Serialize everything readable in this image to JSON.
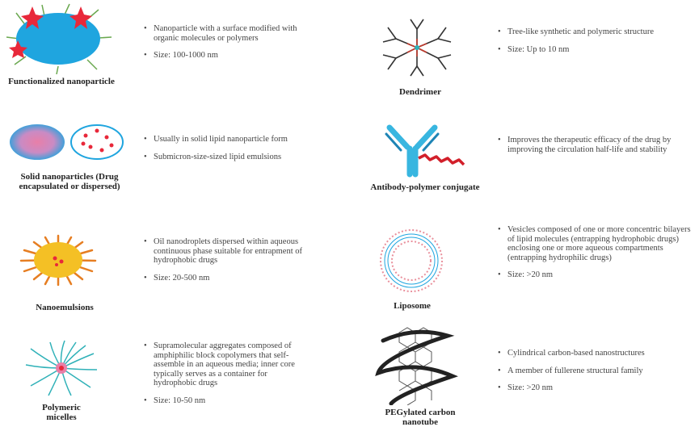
{
  "items": [
    {
      "name": "Functionalized nanoparticle",
      "bullets": [
        "Nanoparticle with a surface modified with organic molecules or polymers",
        "Size: 100-1000 nm"
      ]
    },
    {
      "name": "Dendrimer",
      "bullets": [
        "Tree-like synthetic and polymeric structure",
        "Size: Up to 10 nm"
      ]
    },
    {
      "name": "Solid nanoparticles (Drug encapsulated or dispersed)",
      "bullets": [
        "Usually in solid lipid nanoparticle form",
        "Submicron-size-sized lipid emulsions"
      ]
    },
    {
      "name": "Antibody-polymer conjugate",
      "bullets": [
        "Improves the therapeutic efficacy of the drug by improving the circulation half-life and stability"
      ]
    },
    {
      "name": "Nanoemulsions",
      "bullets": [
        "Oil nanodroplets dispersed within aqueous continuous phase suitable for entrapment of hydrophobic drugs",
        "Size: 20-500 nm"
      ]
    },
    {
      "name": "Liposome",
      "bullets": [
        "Vesicles composed of one or more concentric bilayers of lipid molecules (entrapping hydrophobic drugs) enclosing one or more aqueous compartments (entrapping hydrophilic drugs)",
        "Size: >20 nm"
      ]
    },
    {
      "name": "Polymeric micelles",
      "bullets": [
        "Supramolecular aggregates composed of amphiphilic block copolymers that self-assemble in an aqueous media; inner core typically serves as a container for hydrophobic drugs",
        "Size: 10-50 nm"
      ]
    },
    {
      "name": "PEGylated carbon nanotube",
      "bullets": [
        "Cylindrical carbon-based nanostructures",
        "A member of fullerene structural family",
        "Size: >20 nm"
      ]
    }
  ],
  "colors": {
    "particle_blue": "#1fa5df",
    "ligand_red": "#e8283a",
    "ligand_green": "#6aa84f",
    "dendrimer_dark": "#333333",
    "dendrimer_red": "#c0392b",
    "pink_core": "#e87fa8",
    "antibody_cyan": "#38b6e0",
    "polymer_red": "#d21f2a",
    "emulsion_yellow": "#f4c025",
    "emulsion_orange": "#e67e22",
    "lipid_pink": "#e9909c",
    "micelle_teal": "#2fb1b8"
  }
}
